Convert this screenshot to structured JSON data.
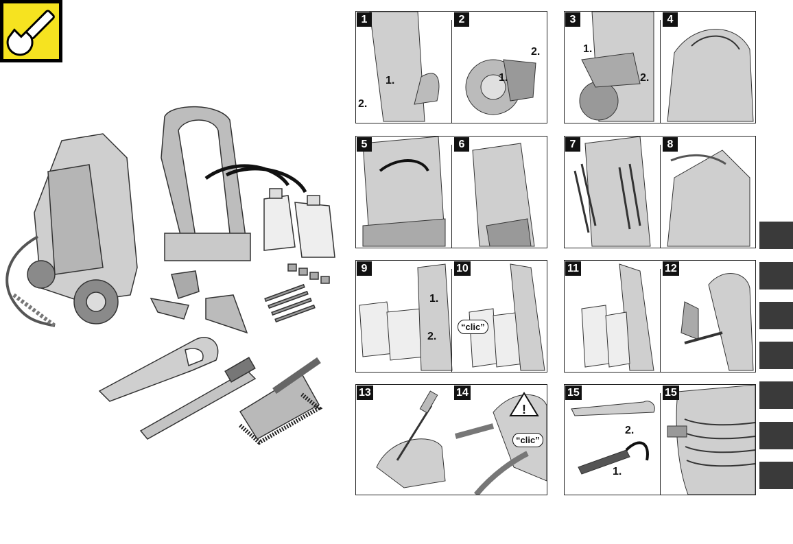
{
  "page": {
    "section_icon": "wrench-icon",
    "colors": {
      "badge_yellow": "#f6e320",
      "tab_gray": "#3a3a3a",
      "line": "#222222"
    }
  },
  "panels": [
    {
      "id": "p1",
      "steps": [
        {
          "label": "1",
          "callouts": [
            "1.",
            "2."
          ]
        },
        {
          "label": "2",
          "callouts": [
            "2.",
            "1."
          ]
        }
      ]
    },
    {
      "id": "p2",
      "steps": [
        {
          "label": "3",
          "callouts": [
            "1.",
            "2."
          ]
        },
        {
          "label": "4",
          "callouts": []
        }
      ]
    },
    {
      "id": "p3",
      "steps": [
        {
          "label": "5",
          "callouts": []
        },
        {
          "label": "6",
          "callouts": []
        }
      ]
    },
    {
      "id": "p4",
      "steps": [
        {
          "label": "7",
          "callouts": []
        },
        {
          "label": "8",
          "callouts": []
        }
      ]
    },
    {
      "id": "p5",
      "steps": [
        {
          "label": "9",
          "callouts": [
            "1.",
            "2."
          ]
        },
        {
          "label": "10",
          "callouts": [],
          "clic": "“clic”"
        }
      ]
    },
    {
      "id": "p6",
      "steps": [
        {
          "label": "11",
          "callouts": []
        },
        {
          "label": "12",
          "callouts": []
        }
      ]
    },
    {
      "id": "p7",
      "steps": [
        {
          "label": "13",
          "callouts": []
        },
        {
          "label": "14",
          "callouts": [],
          "clic": "“clic”"
        }
      ]
    },
    {
      "id": "p8",
      "steps": [
        {
          "label": "15",
          "callouts": [
            "2.",
            "1."
          ]
        },
        {
          "label": "15",
          "callouts": []
        }
      ]
    }
  ]
}
